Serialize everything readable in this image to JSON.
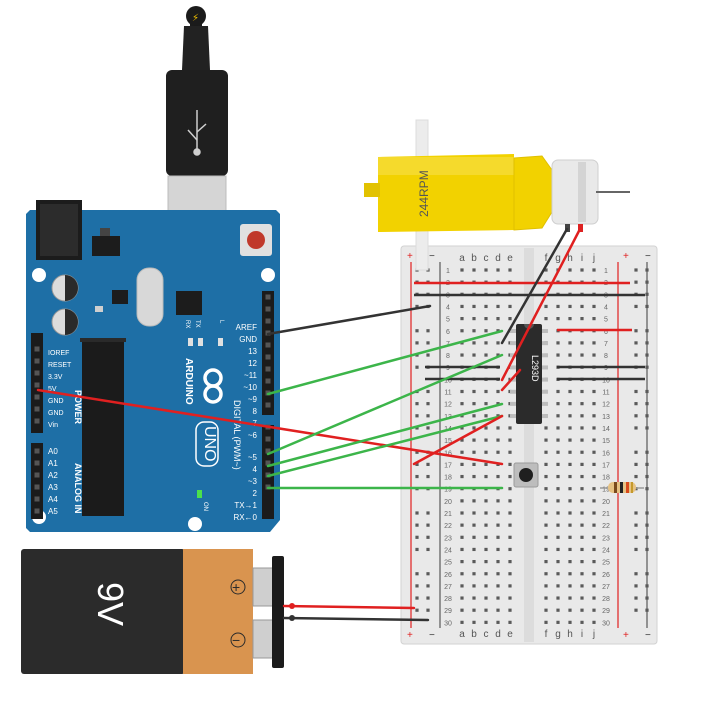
{
  "motor": {
    "label": "244RPM"
  },
  "ic": {
    "label": "L293D"
  },
  "battery": {
    "label": "9V",
    "plus": "+",
    "minus": "−"
  },
  "arduino": {
    "brand": "ARDUINO",
    "model": "UNO",
    "digital_title": "DIGITAL (PWM~)",
    "power_title": "POWER",
    "analog_title": "ANALOG IN",
    "on_label": "ON",
    "tx_label": "TX",
    "rx_label": "RX",
    "l_label": "L",
    "digital_pins": [
      "AREF",
      "GND",
      "13",
      "12",
      "~11",
      "~10",
      "~9",
      "8",
      "7",
      "~6",
      "~5",
      "4",
      "~3",
      "2",
      "TX→1",
      "RX←0"
    ],
    "power_pins": [
      "IOREF",
      "RESET",
      "3.3V",
      "5V",
      "GND",
      "GND",
      "Vin"
    ],
    "analog_pins": [
      "A0",
      "A1",
      "A2",
      "A3",
      "A4",
      "A5"
    ]
  },
  "breadboard": {
    "cols_left": [
      "a",
      "b",
      "c",
      "d",
      "e"
    ],
    "cols_right": [
      "f",
      "g",
      "h",
      "i",
      "j"
    ],
    "row_count": 30,
    "plus": "+",
    "minus": "−"
  },
  "colors": {
    "wire_red": "#e02020",
    "wire_black": "#333333",
    "wire_green": "#3cb54a",
    "arduino_blue": "#1e6fa6",
    "motor_yellow": "#f0d000",
    "battery_orange": "#d9944f"
  }
}
